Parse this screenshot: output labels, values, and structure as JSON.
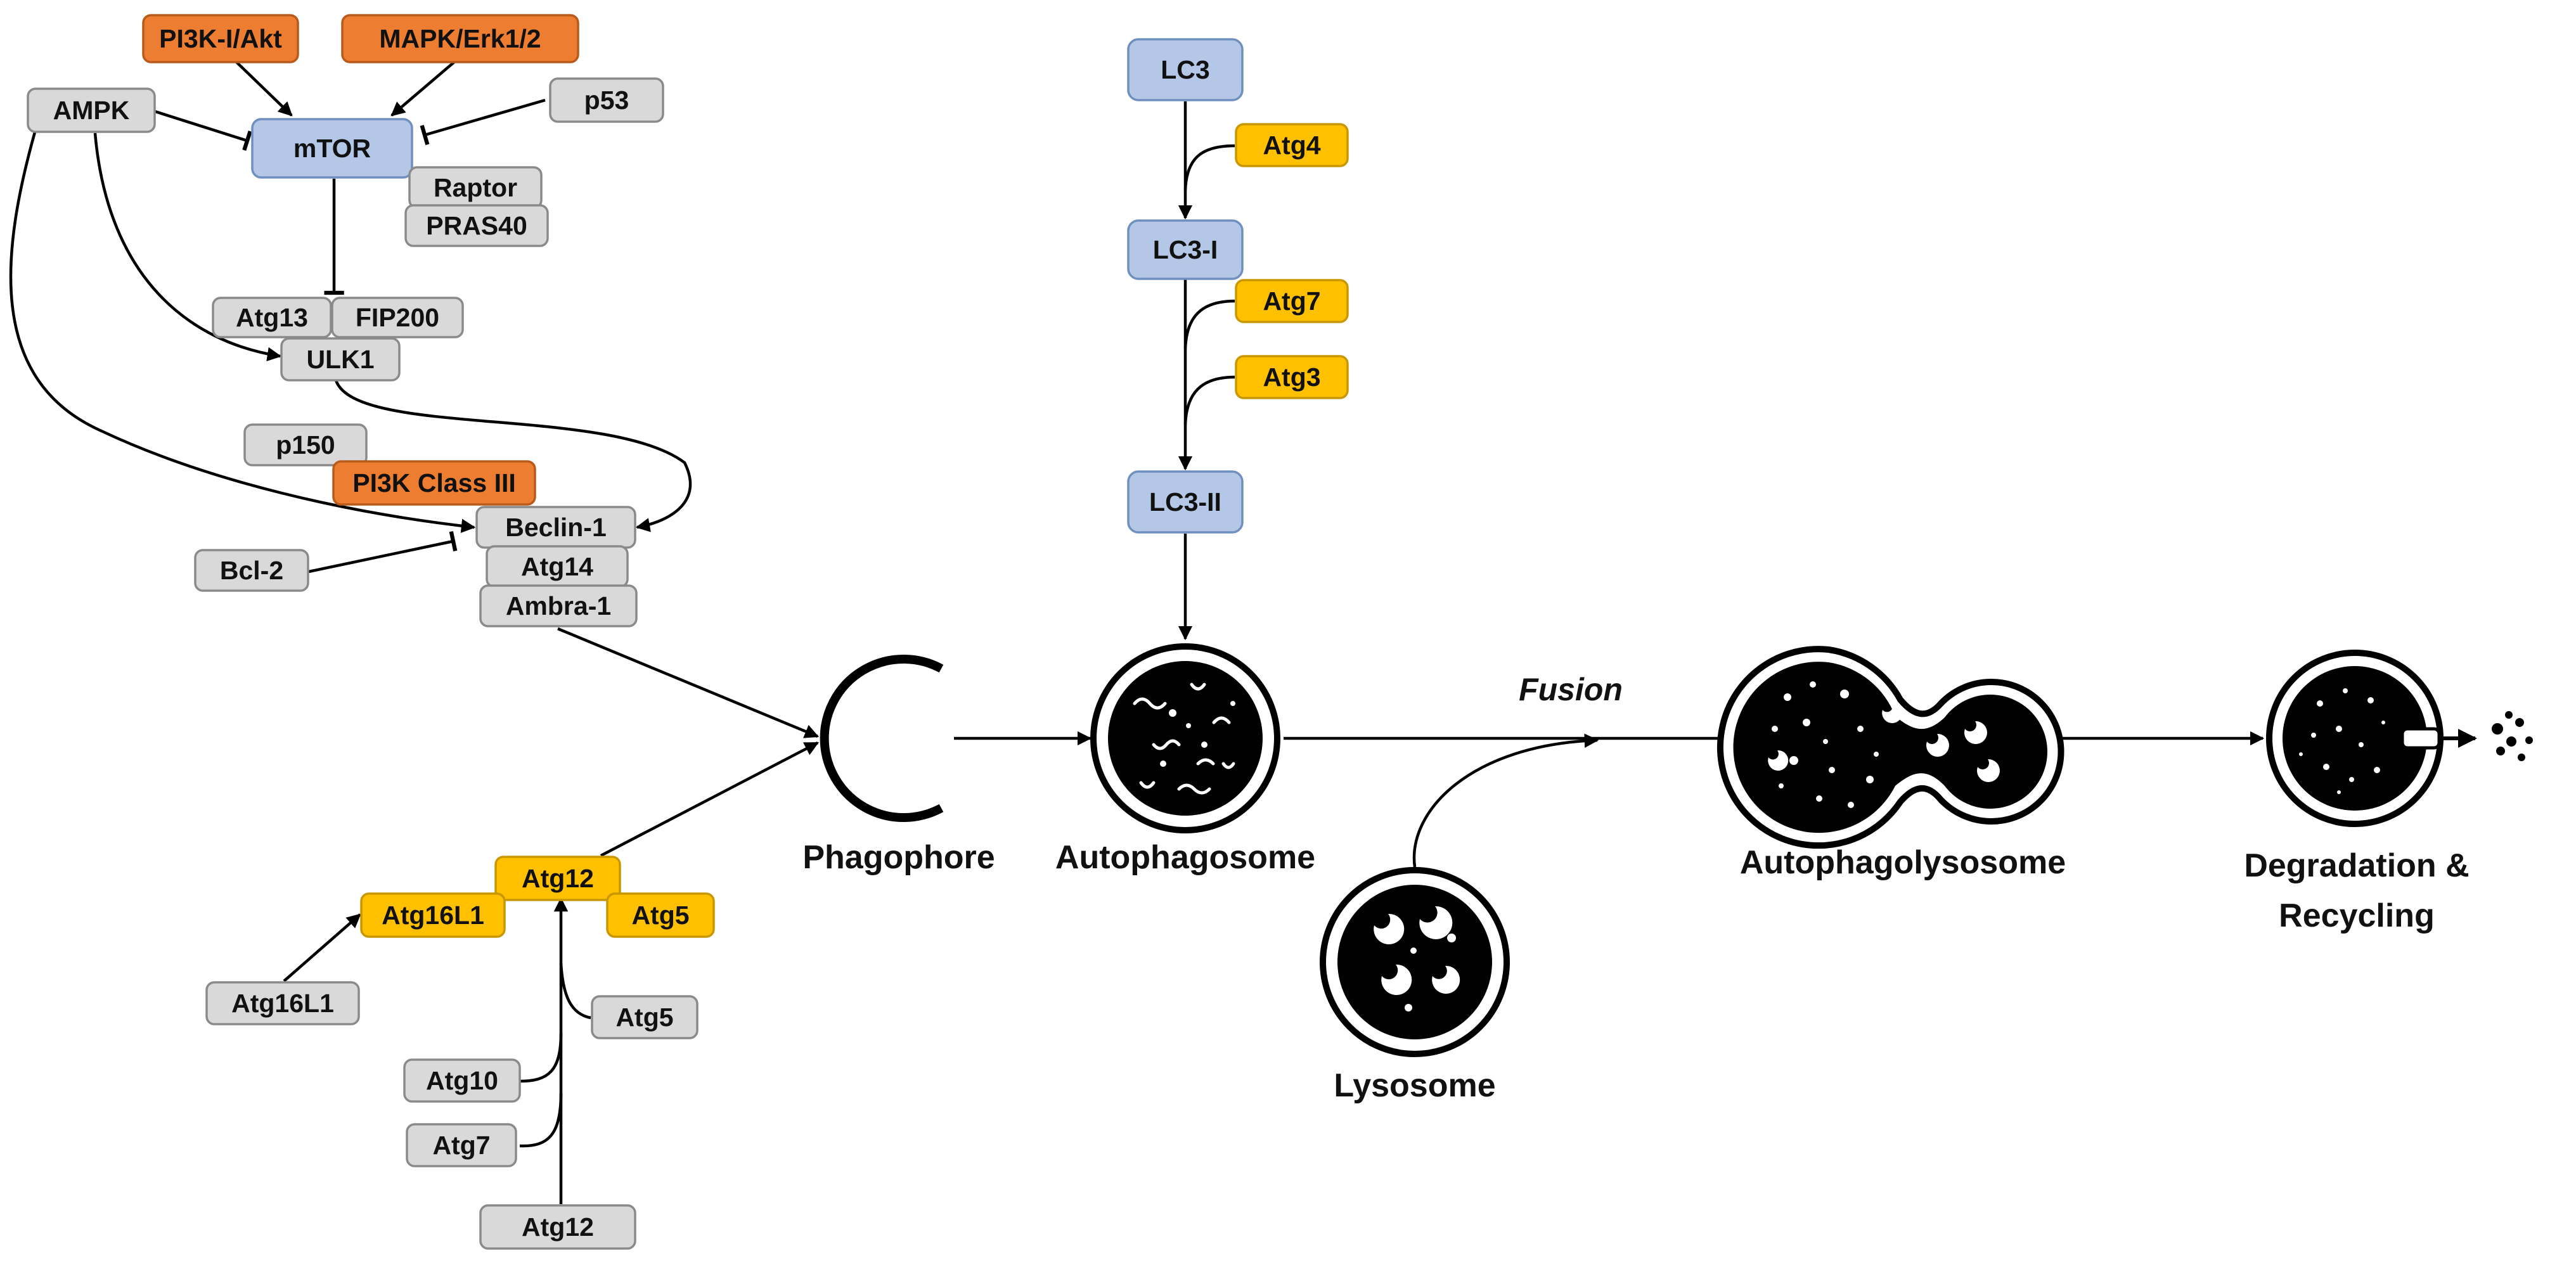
{
  "nodes": {
    "pi3k_akt": "PI3K-I/Akt",
    "mapk_erk": "MAPK/Erk1/2",
    "ampk": "AMPK",
    "p53": "p53",
    "mtor": "mTOR",
    "raptor": "Raptor",
    "pras40": "PRAS40",
    "atg13": "Atg13",
    "fip200": "FIP200",
    "ulk1": "ULK1",
    "p150": "p150",
    "pi3k_class3": "PI3K Class III",
    "beclin1": "Beclin-1",
    "bcl2": "Bcl-2",
    "atg14": "Atg14",
    "ambra1": "Ambra-1",
    "atg12_top": "Atg12",
    "atg16l1_top": "Atg16L1",
    "atg5_top": "Atg5",
    "atg16l1_bottom": "Atg16L1",
    "atg5_bottom": "Atg5",
    "atg10": "Atg10",
    "atg7_gray": "Atg7",
    "atg12_bottom": "Atg12",
    "lc3": "LC3",
    "atg4": "Atg4",
    "lc3_i": "LC3-I",
    "atg7_yellow": "Atg7",
    "atg3": "Atg3",
    "lc3_ii": "LC3-II"
  },
  "stages": {
    "phagophore": "Phagophore",
    "autophagosome": "Autophagosome",
    "lysosome": "Lysosome",
    "autophagolysosome": "Autophagolysosome",
    "degradation_line1": "Degradation &",
    "degradation_line2": "Recycling"
  },
  "fusion_label": "Fusion",
  "colors": {
    "gray": "#d9d9d9",
    "blue": "#b4c7e7",
    "orange": "#ed7d31",
    "yellow": "#ffc000"
  }
}
